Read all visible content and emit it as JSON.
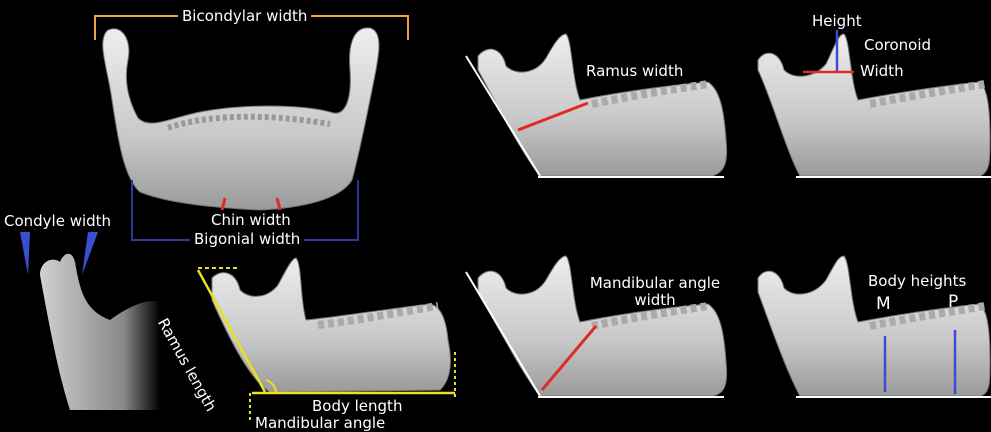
{
  "labels": {
    "bicondylar_width": "Bicondylar width",
    "chin_width": "Chin width",
    "bigonial_width": "Bigonial width",
    "condyle_width": "Condyle width",
    "ramus_length": "Ramus length",
    "body_length": "Body length",
    "mandibular_angle": "Mandibular angle",
    "ramus_width": "Ramus width",
    "height": "Height",
    "coronoid": "Coronoid",
    "width": "Width",
    "mandibular_angle_width_line1": "Mandibular angle",
    "mandibular_angle_width_line2": "width",
    "body_heights": "Body heights",
    "m": "M",
    "p": "P"
  },
  "colors": {
    "background": "#000000",
    "bone": "#d9d9d9",
    "orange": "#f0a040",
    "navy": "#2c3a9c",
    "red": "#e02a2a",
    "yellow": "#e8e020",
    "blue": "#3a4fd0",
    "white_line": "#ffffff"
  }
}
